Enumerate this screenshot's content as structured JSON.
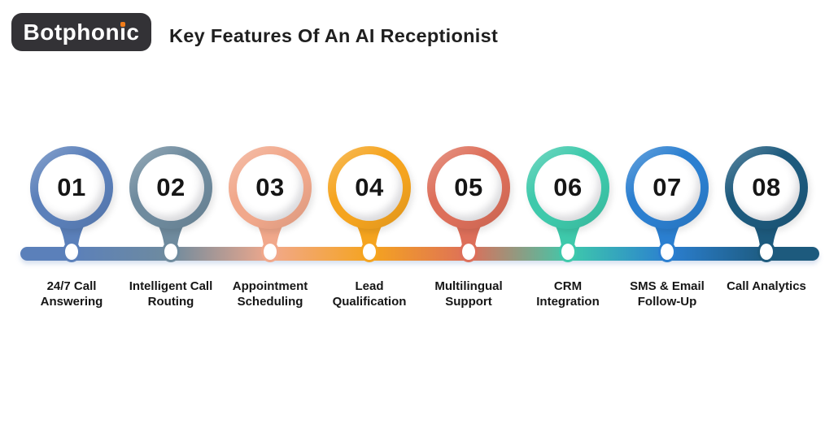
{
  "canvas": {
    "bg_color": "#ffffff"
  },
  "logo": {
    "text_before_i": "Botphon",
    "i_char": "ı",
    "text_after_i": "c",
    "bg_color": "#333236",
    "text_color": "#ffffff",
    "dot_color": "#f07c1a"
  },
  "header": {
    "title": "Key Features Of An AI Receptionist",
    "color": "#1f1f1f"
  },
  "features": [
    {
      "number": "01",
      "lines": [
        "24/7 Call",
        "Answering"
      ],
      "color": "#5b80ba"
    },
    {
      "number": "02",
      "lines": [
        "Intelligent Call",
        "Routing"
      ],
      "color": "#6f8b9e"
    },
    {
      "number": "03",
      "lines": [
        "Appointment",
        "Scheduling"
      ],
      "color": "#f1a88b"
    },
    {
      "number": "04",
      "lines": [
        "Lead",
        "Qualification"
      ],
      "color": "#f5a41f"
    },
    {
      "number": "05",
      "lines": [
        "Multilingual",
        "Support"
      ],
      "color": "#dd6f5a"
    },
    {
      "number": "06",
      "lines": [
        "CRM",
        "Integration"
      ],
      "color": "#3ec9ab"
    },
    {
      "number": "07",
      "lines": [
        "SMS & Email",
        "Follow-Up"
      ],
      "color": "#2b7fd0"
    },
    {
      "number": "08",
      "lines": [
        "Call Analytics"
      ],
      "color": "#1d5a7d"
    }
  ],
  "timeline": {
    "gradient_start_pct": 6.43,
    "gradient_step_pct": 12.46
  }
}
